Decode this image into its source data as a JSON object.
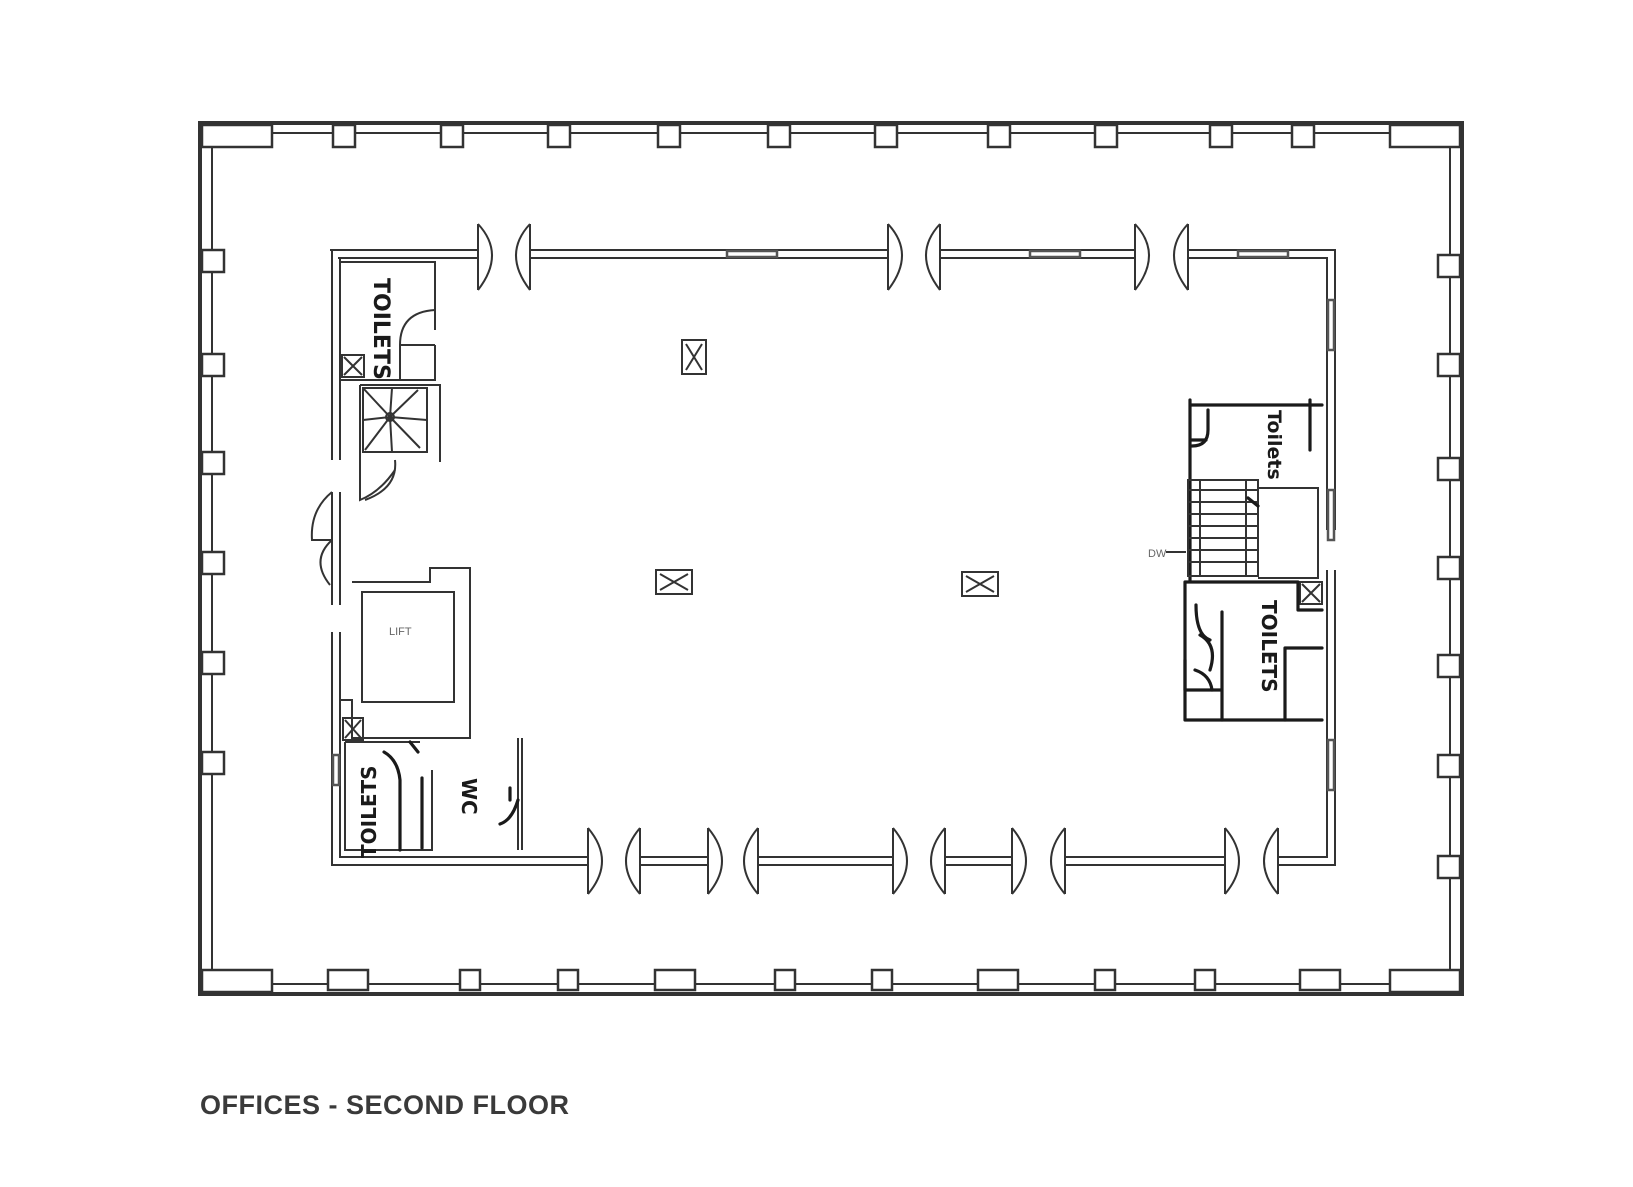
{
  "caption": "OFFICES - SECOND FLOOR",
  "labels": {
    "lift": "LIFT",
    "dw": "DW",
    "toilets_upper_left": "TOILETS",
    "toilets_lower_left": "TOILETS",
    "toilets_upper_right": "Toilets",
    "toilets_lower_right": "TOILETS",
    "wc": "WC"
  }
}
